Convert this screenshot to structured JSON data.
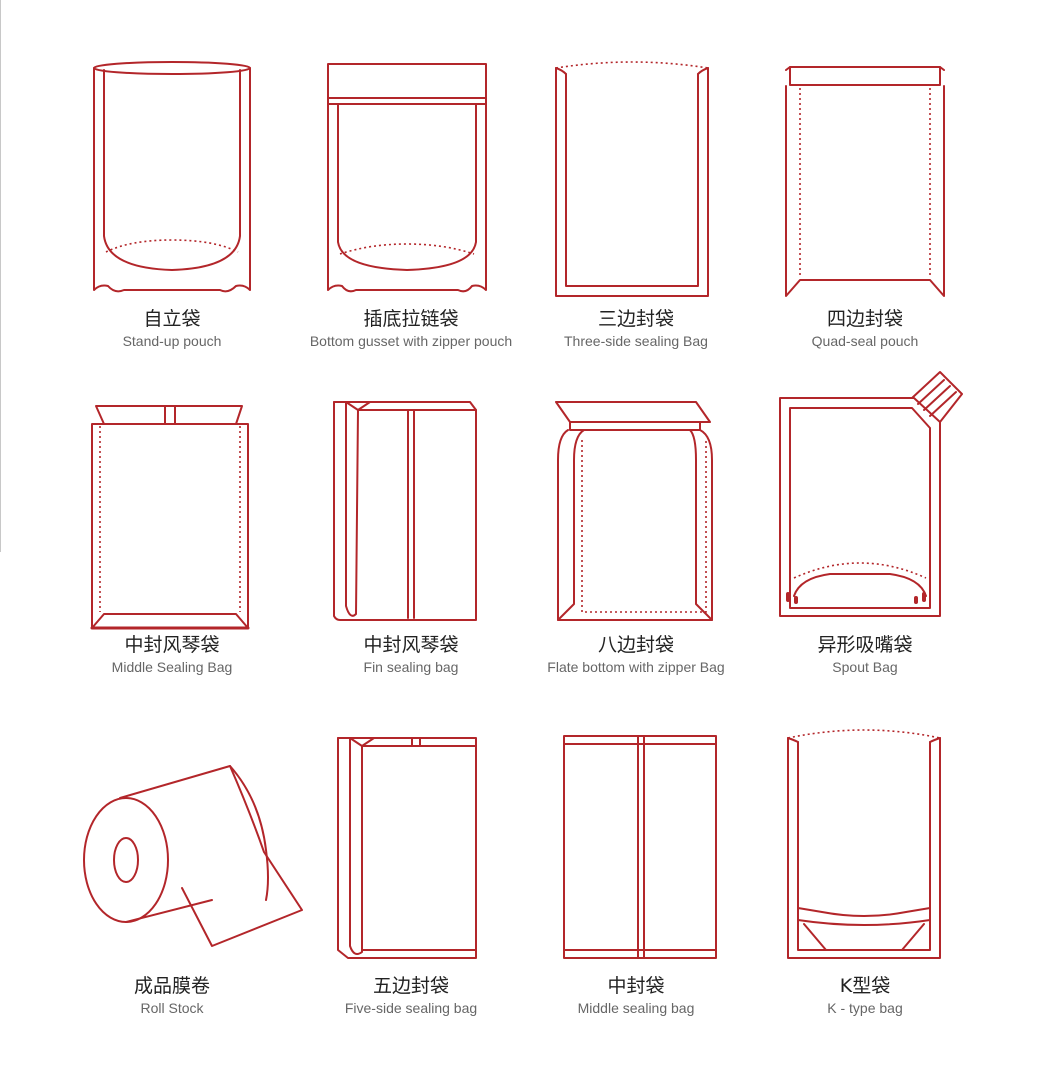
{
  "colors": {
    "line": "#b3262a",
    "background": "#ffffff",
    "label_cn": "#222222",
    "label_en": "#666666"
  },
  "items": [
    {
      "icon": "stand-up-pouch-icon",
      "cn": "自立袋",
      "en": "Stand-up pouch"
    },
    {
      "icon": "bottom-gusset-zipper-pouch-icon",
      "cn": "插底拉链袋",
      "en": "Bottom gusset with zipper pouch"
    },
    {
      "icon": "three-side-sealing-bag-icon",
      "cn": "三边封袋",
      "en": "Three-side sealing Bag"
    },
    {
      "icon": "quad-seal-pouch-icon",
      "cn": "四边封袋",
      "en": "Quad-seal pouch"
    },
    {
      "icon": "middle-sealing-gusset-bag-icon",
      "cn": "中封风琴袋",
      "en": "Middle Sealing Bag"
    },
    {
      "icon": "fin-sealing-bag-icon",
      "cn": "中封风琴袋",
      "en": "Fin sealing bag"
    },
    {
      "icon": "flat-bottom-zipper-bag-icon",
      "cn": "八边封袋",
      "en": "Flate bottom with zipper Bag"
    },
    {
      "icon": "spout-bag-icon",
      "cn": "异形吸嘴袋",
      "en": "Spout Bag"
    },
    {
      "icon": "roll-stock-icon",
      "cn": "成品膜卷",
      "en": "Roll Stock"
    },
    {
      "icon": "five-side-sealing-bag-icon",
      "cn": "五边封袋",
      "en": "Five-side sealing bag"
    },
    {
      "icon": "middle-sealing-bag-icon",
      "cn": "中封袋",
      "en": "Middle sealing bag"
    },
    {
      "icon": "k-type-bag-icon",
      "cn": "K型袋",
      "en": "K - type bag"
    }
  ]
}
